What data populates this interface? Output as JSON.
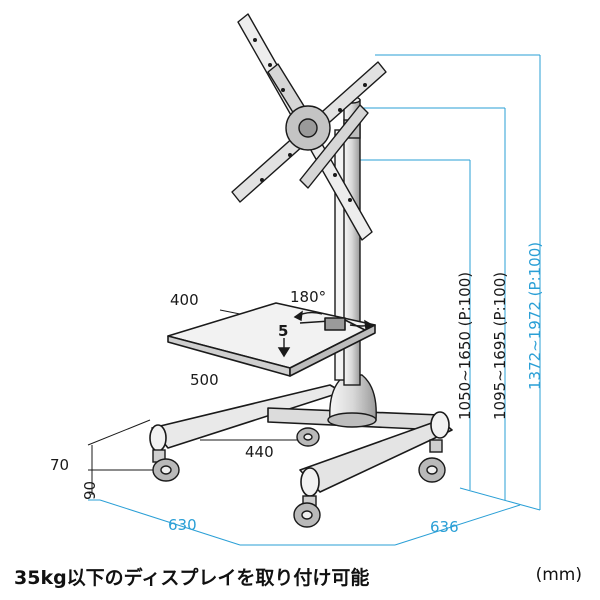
{
  "dimensions": {
    "bracket_width": "400",
    "bracket_depth": "500",
    "shelf_rotation": "180°",
    "load_marker": "5",
    "base_inner_width": "440",
    "caster_offset": "70",
    "base_height": "90",
    "base_width": "630",
    "base_depth": "636",
    "height_range_1": "1050~1650 (P:100)",
    "height_range_2": "1095~1695 (P:100)",
    "height_total": "1372~1972 (P:100)"
  },
  "caption": "35kg以下のディスプレイを取り付け可能",
  "unit": "(mm)",
  "colors": {
    "line": "#1a1a1a",
    "dimension_blue": "#2a9fd6",
    "metal_light": "#e8e8e8",
    "metal_dark": "#8a8a8a"
  }
}
